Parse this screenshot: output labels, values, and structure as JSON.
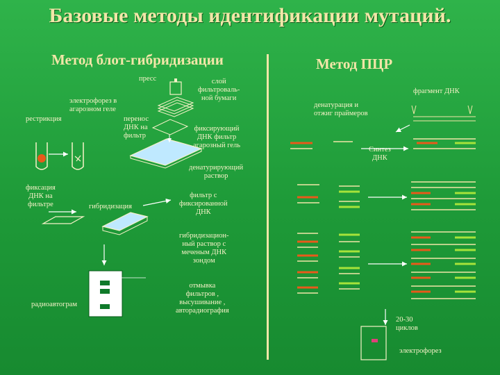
{
  "title": "Базовые методы идентификации мутаций.",
  "left": {
    "heading": "Метод блот-гибридизации",
    "labels": {
      "press": "пресс",
      "filter_paper": "слой\nфильтроваль-\nной бумаги",
      "electrophoresis": "электрофорез в\nагарозном геле",
      "restriction": "рестрикция",
      "transfer": "перенос\nДНК на\nфильтр",
      "fixing_filter": "фиксирующий\nДНК фильтр\nагарозный гель",
      "denaturing": "денатурирующий\nраствор",
      "fixation": "фиксация\nДНК на\nфильтре",
      "hybridization": "гибридизация",
      "filter_fixed": "фильтр с\nфиксированной\nДНК",
      "hyb_solution": "гибридизацион-\nный раствор с\nмеченым ДНК\nзондом",
      "washing": "отмывка\nфильтров ,\nвысушивание ,\nавторадиография",
      "radioautograph": "радиоавтограм"
    }
  },
  "right": {
    "heading": "Метод ПЦР",
    "labels": {
      "dna_fragment": "фрагмент ДНК",
      "denaturation": "денатурация и\nотжиг праймеров",
      "synthesis": "Синтез\nДНК",
      "cycles": "20-30\nциклов",
      "electrophoresis": "электрофорез"
    }
  },
  "colors": {
    "strand": "#f2e6a8",
    "primer_red": "#e85a1a",
    "primer_green": "#a6e33a",
    "line": "#ffffff"
  }
}
